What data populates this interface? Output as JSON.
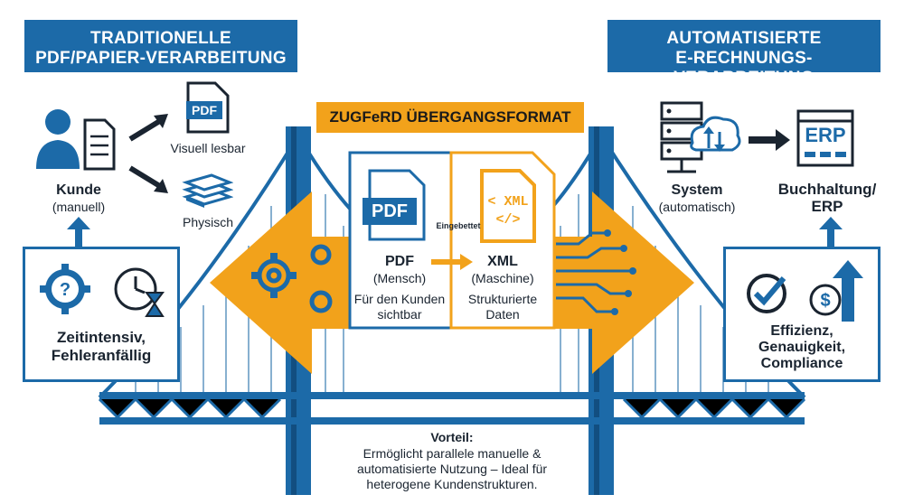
{
  "left_header": {
    "line1": "TRADITIONELLE",
    "line2": "PDF/PAPIER-VERARBEITUNG"
  },
  "right_header": {
    "line1": "AUTOMATISIERTE",
    "line2": "E-RECHNUNGS-VERARBEITUNG"
  },
  "center_title": "ZUGFeRD ÜBERGANGSFORMAT",
  "left": {
    "kunde": "Kunde",
    "kunde_sub": "(manuell)",
    "visuell": "Visuell lesbar",
    "physisch": "Physisch",
    "pdf_icon_text": "PDF",
    "box_line1": "Zeitintensiv,",
    "box_line2": "Fehleranfällig"
  },
  "right": {
    "system": "System",
    "system_sub": "(automatisch)",
    "buch_line1": "Buchhaltung/",
    "buch_line2": "ERP",
    "erp_icon_text": "ERP",
    "box_line1": "Effizienz,",
    "box_line2": "Genauigkeit,",
    "box_line3": "Compliance"
  },
  "center": {
    "pdf_icon_text": "PDF",
    "xml_icon_line1": "< XML",
    "xml_icon_line2": "</>",
    "eingebettet": "Eingebettet",
    "pdf_label": "PDF",
    "pdf_sub": "(Mensch)",
    "pdf_desc1": "Für den Kunden",
    "pdf_desc2": "sichtbar",
    "xml_label": "XML",
    "xml_sub": "(Maschine)",
    "xml_desc1": "Strukturierte",
    "xml_desc2": "Daten"
  },
  "vorteil": {
    "title": "Vorteil:",
    "line1": "Ermöglicht parallele manuelle &",
    "line2": "automatisierte Nutzung – Ideal für",
    "line3": "heterogene Kundenstrukturen."
  },
  "colors": {
    "blue": "#1c6aa8",
    "orange": "#f2a21b",
    "dark": "#1a2430"
  }
}
